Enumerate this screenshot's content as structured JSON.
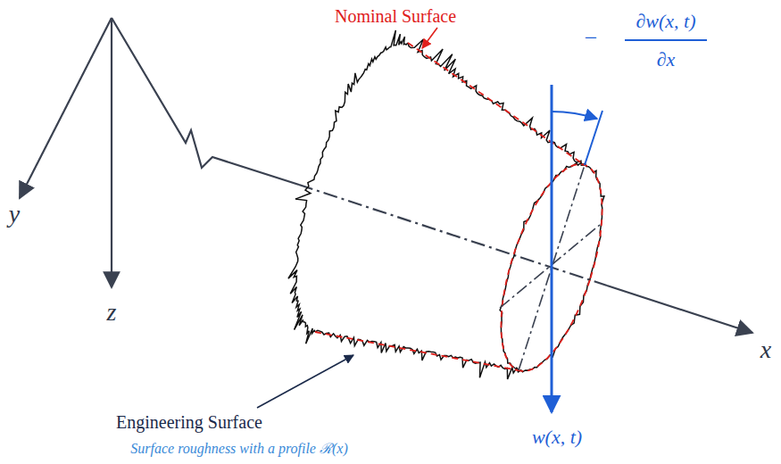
{
  "diagram": {
    "labels": [
      "Nominal Surface",
      "−",
      "∂w(x, t)",
      "∂x",
      "y",
      "z",
      "x",
      "Engineering Surface",
      "Surface roughness with a profile ℛ(x)",
      "w(x, t)"
    ]
  }
}
